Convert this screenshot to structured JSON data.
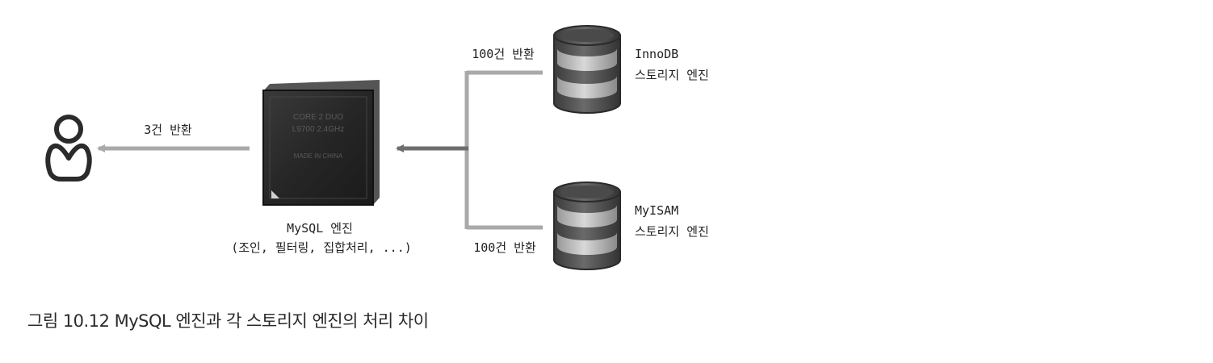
{
  "diagram": {
    "user_return_label": "3건 반환",
    "engine": {
      "chip_lines": [
        "CORE 2 DUO",
        "L9700 2.4GHz",
        "MADE IN CHINA"
      ],
      "name": "MySQL 엔진",
      "features": "(조인, 필터링, 집합처리, ...)"
    },
    "storages": [
      {
        "name": "InnoDB",
        "type": "스토리지 엔진",
        "return_label": "100건 반환"
      },
      {
        "name": "MyISAM",
        "type": "스토리지 엔진",
        "return_label": "100건 반환"
      }
    ]
  },
  "caption": "그림 10.12 MySQL 엔진과 각 스토리지 엔진의 처리 차이",
  "colors": {
    "arrow_light": "#a9a9a9",
    "arrow_dark": "#6e6e6e",
    "chip_body": "#2e2e2e",
    "db_light": "#c4c4c4",
    "db_dark": "#5a5a5a",
    "user_icon": "#2b2b2b"
  }
}
